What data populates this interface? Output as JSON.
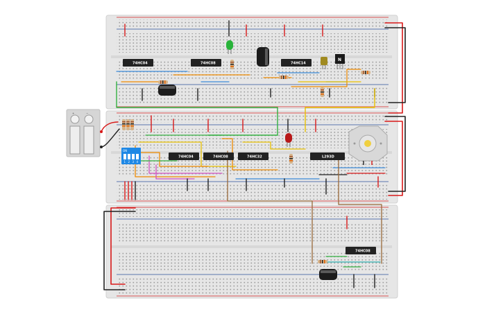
{
  "colors": {
    "board": "#e8e8e8",
    "hole": "#9a9a9a",
    "rail_red": "#d42020",
    "rail_blue": "#2a4f9a",
    "chip": "#222222",
    "chip_text": "#ffffff",
    "wire_red": "#d81818",
    "wire_black": "#202020",
    "wire_green": "#33b040",
    "wire_yellow": "#e8c000",
    "wire_orange": "#ee8a00",
    "wire_pink": "#d050c0",
    "wire_blue": "#3a8ad8",
    "wire_brown": "#9a6a3a",
    "wire_teal": "#30b0b0",
    "led_green": "#29b33a",
    "led_red": "#b81818",
    "dip_switch": "#1e88e5",
    "motor_body": "#d8d8d8",
    "motor_shaft": "#f0d040"
  },
  "chips": [
    {
      "id": "u1",
      "label": "74HC04"
    },
    {
      "id": "u2",
      "label": "74HC08"
    },
    {
      "id": "u3",
      "label": "74HC14"
    },
    {
      "id": "u4",
      "label": "74HC04"
    },
    {
      "id": "u5",
      "label": "74HC08"
    },
    {
      "id": "u6",
      "label": "74HC32"
    },
    {
      "id": "u7",
      "label": "L293D"
    },
    {
      "id": "u8",
      "label": "74HC08"
    }
  ],
  "dip_switch": {
    "label": "ON",
    "positions": [
      "1",
      "2",
      "3",
      "4"
    ]
  },
  "transistor": {
    "label": "N"
  },
  "battery_labels": [
    "+",
    "−"
  ]
}
